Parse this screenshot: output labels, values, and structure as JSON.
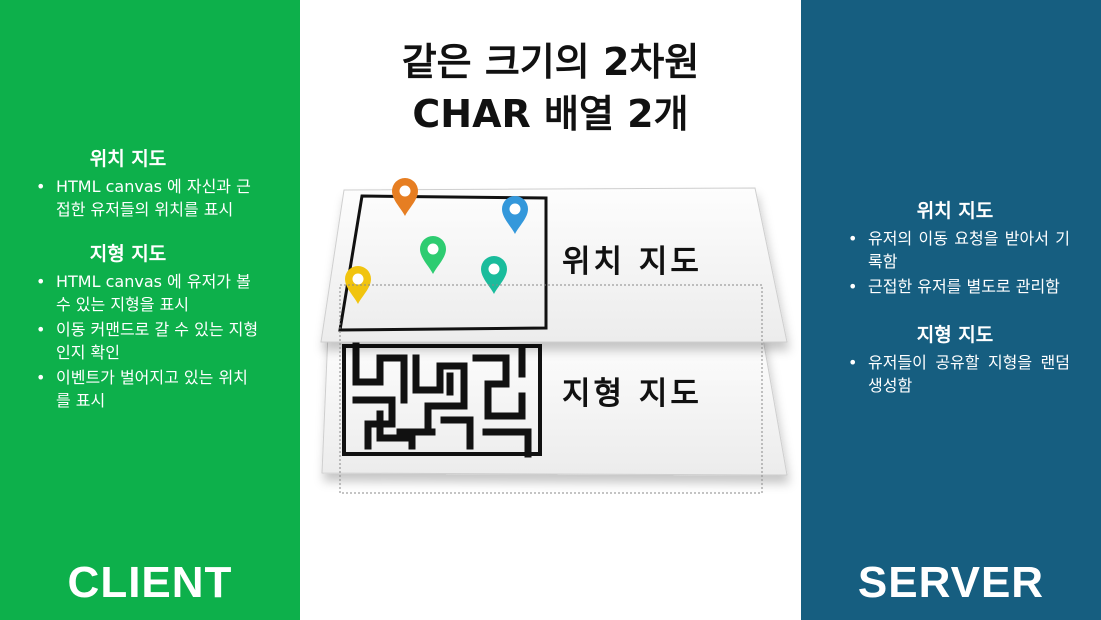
{
  "title": {
    "line1": "같은 크기의 2차원",
    "line2": "CHAR 배열 2개"
  },
  "client": {
    "label": "CLIENT",
    "sections": [
      {
        "title": "위치 지도",
        "bullets": [
          "HTML canvas 에 자신과 근접한 유저들의 위치를 표시"
        ]
      },
      {
        "title": "지형 지도",
        "bullets": [
          "HTML canvas 에 유저가 볼 수 있는 지형을 표시",
          "이동 커맨드로 갈 수 있는 지형인지 확인",
          "이벤트가 벌어지고 있는 위치를 표시"
        ]
      }
    ]
  },
  "server": {
    "label": "SERVER",
    "sections": [
      {
        "title": "위치 지도",
        "bullets": [
          "유저의 이동 요청을 받아서 기록함",
          "근접한 유저를 별도로 관리함"
        ]
      },
      {
        "title": "지형 지도",
        "bullets": [
          "유저들이 공유할 지형을 랜덤 생성함"
        ]
      }
    ]
  },
  "illustration": {
    "top_layer_label": "위치 지도",
    "bottom_layer_label": "지형 지도",
    "pin_colors": [
      "#e67e22",
      "#3498db",
      "#2ecc71",
      "#1abc9c",
      "#f1c40f"
    ]
  },
  "colors": {
    "client_bg": "#0db04b",
    "server_bg": "#165e80",
    "title_text": "#111111"
  }
}
